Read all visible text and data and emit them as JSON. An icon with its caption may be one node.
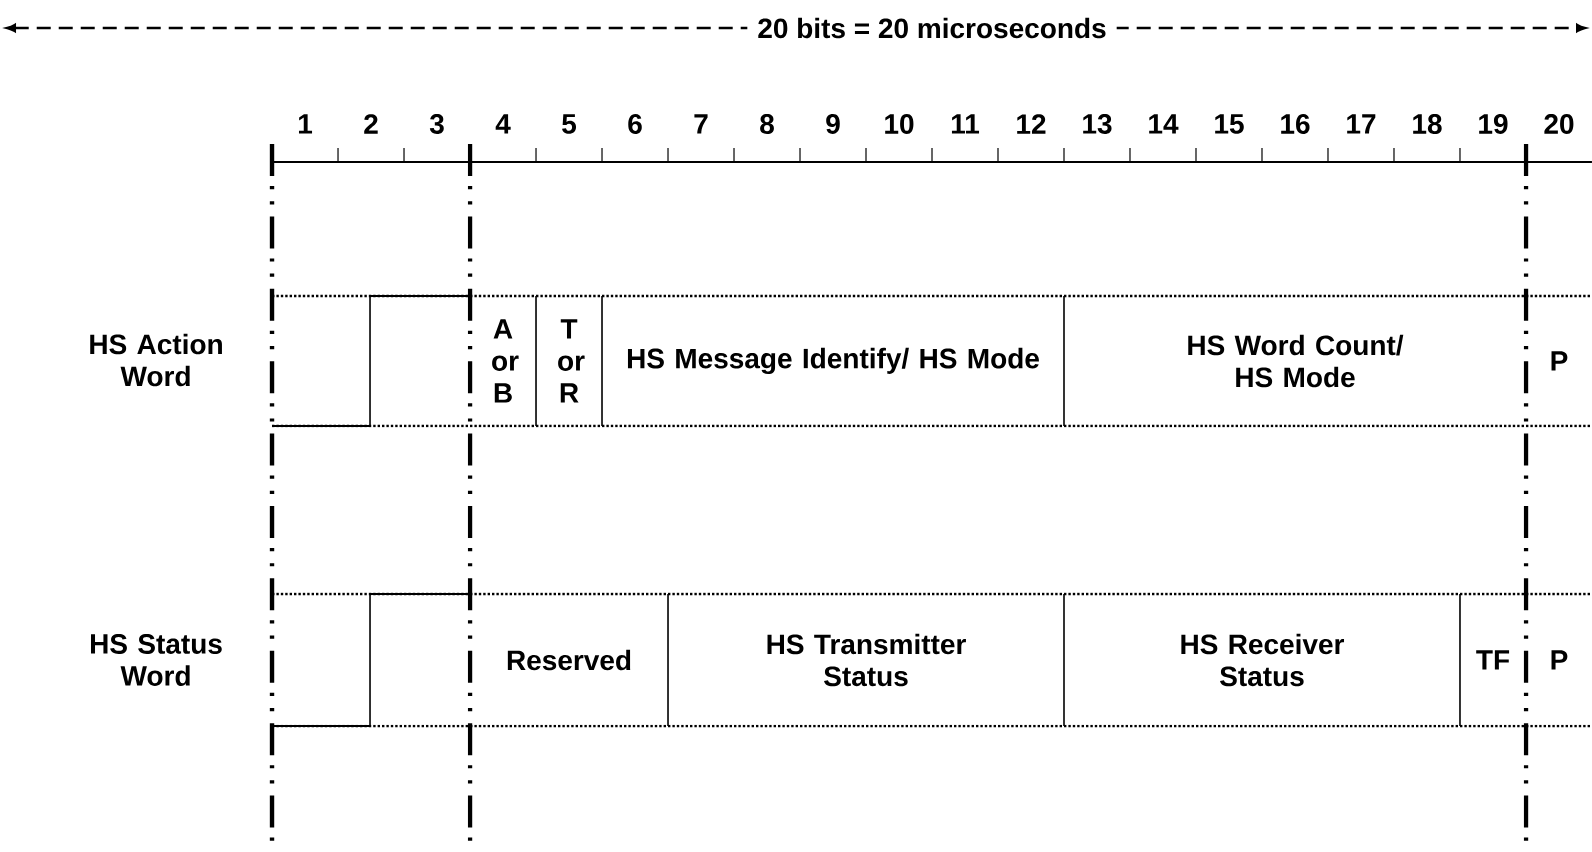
{
  "diagram": {
    "nodes": [
      {
        "text": [],
        "shape": "box"
      },
      {
        "text": [
          "A or B"
        ]
      },
      {
        "text": [
          "T or R"
        ]
      },
      {
        "text": [
          "HS Message Identify/ HS Mode"
        ]
      },
      {
        "text": [
          "HS Word Count/ HS Mode"
        ]
      },
      {
        "text": [
          "P"
        ]
      },
      {
        "text": [],
        "shape": "box"
      },
      {
        "text": [
          "Reserved"
        ]
      },
      {
        "text": [
          "HS Transmitter Status"
        ]
      },
      {
        "text": [
          "HS Receiver Status"
        ]
      },
      {
        "text": [
          "TF"
        ]
      },
      {
        "text": [
          "P"
        ]
      }
    ],
    "labels": [
      "20 bits = 20 microseconds",
      "1",
      "2",
      "3",
      "4",
      "5",
      "6",
      "7",
      "8",
      "9",
      "10",
      "11",
      "12",
      "13",
      "14",
      "15",
      "16",
      "17",
      "18",
      "19",
      "20",
      "HS Action Word",
      "HS Status Word"
    ]
  }
}
